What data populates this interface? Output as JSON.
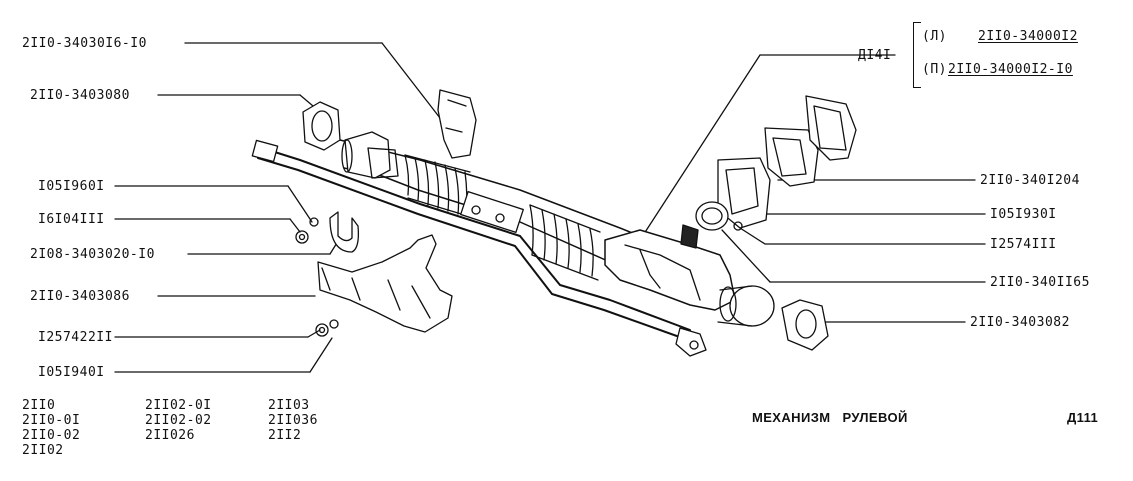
{
  "labels_left": [
    {
      "key": "p1",
      "text": "2II0-34030I6-I0"
    },
    {
      "key": "p2",
      "text": "2II0-3403080"
    },
    {
      "key": "p3",
      "text": "I05I960I"
    },
    {
      "key": "p4",
      "text": "I6I04III"
    },
    {
      "key": "p5",
      "text": "2I08-3403020-I0"
    },
    {
      "key": "p6",
      "text": "2II0-3403086"
    },
    {
      "key": "p7",
      "text": "I257422II"
    },
    {
      "key": "p8",
      "text": "I05I940I"
    }
  ],
  "assembly": {
    "code": "ДI4I",
    "left_prefix": "(Л)",
    "left_part": "2II0-34000I2",
    "right_prefix": "(П)",
    "right_part": "2II0-34000I2-I0"
  },
  "labels_right": [
    {
      "key": "r1",
      "text": "2II0-340I204"
    },
    {
      "key": "r2",
      "text": "I05I930I"
    },
    {
      "key": "r3",
      "text": "I2574III"
    },
    {
      "key": "r4",
      "text": "2II0-340II65"
    },
    {
      "key": "r5",
      "text": "2II0-3403082"
    }
  ],
  "models": {
    "col1": [
      "2II0",
      "2II0-0I",
      "2II0-02",
      "2II02"
    ],
    "col2": [
      "2II02-0I",
      "2II02-02",
      "2II026"
    ],
    "col3": [
      "2II03",
      "2II036",
      "2II2"
    ]
  },
  "title": "МЕХАНИЗМ   РУЛЕВОЙ",
  "page_code": "Д111"
}
